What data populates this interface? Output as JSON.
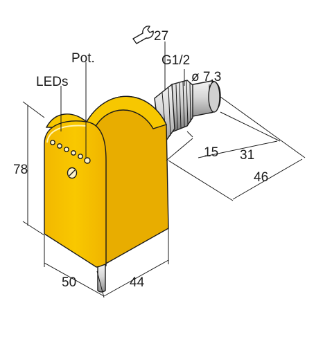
{
  "labels": {
    "wrench_size": "27",
    "thread": "G1/2",
    "probe_diameter": "ø 7,3",
    "pot": "Pot.",
    "leds": "LEDs",
    "height": "78",
    "width": "50",
    "depth": "44",
    "dim_15": "15",
    "dim_31": "31",
    "dim_46": "46"
  },
  "colors": {
    "housing": "#f7c300",
    "housing_side": "#e3a900",
    "metal_light": "#e6e6e6",
    "metal_dark": "#9a9a9a",
    "outline": "#1a1a1a"
  }
}
